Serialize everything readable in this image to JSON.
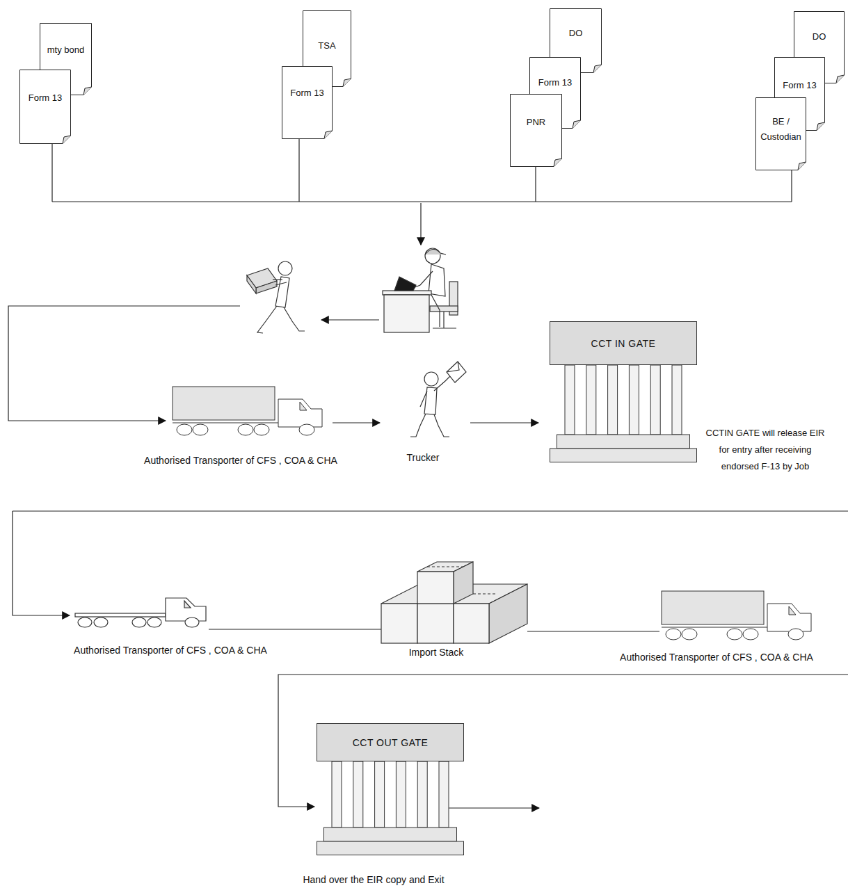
{
  "diagram": {
    "nodes": [
      {
        "text": [
          "mty bond"
        ]
      },
      {
        "text": [
          "Form 13"
        ]
      },
      {
        "text": [
          "TSA"
        ]
      },
      {
        "text": [
          "Form 13"
        ]
      },
      {
        "text": [
          "DO"
        ]
      },
      {
        "text": [
          "Form 13"
        ]
      },
      {
        "text": [
          "PNR"
        ]
      },
      {
        "text": [
          "DO"
        ]
      },
      {
        "text": [
          "Form 13"
        ]
      },
      {
        "text": [
          "BE / Custodian"
        ]
      },
      {
        "text": [
          "CCT IN GATE"
        ]
      },
      {
        "text": [
          "CCT OUT GATE"
        ]
      }
    ],
    "labels": [
      "Authorised Transporter of CFS , COA & CHA",
      "Trucker",
      "CCTIN GATE will release EIR for entry after receiving endorsed F-13 by Job",
      "Authorised Transporter of CFS , COA & CHA",
      "Import Stack",
      "Authorised Transporter of CFS , COA & CHA",
      "Hand over the EIR copy and Exit"
    ]
  }
}
